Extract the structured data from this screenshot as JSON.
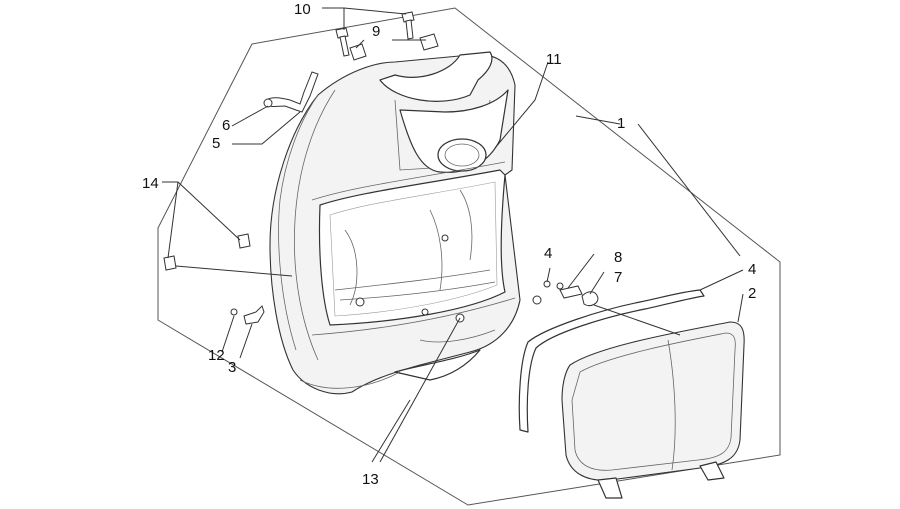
{
  "callouts": [
    {
      "id": "c1",
      "label": "1"
    },
    {
      "id": "c2",
      "label": "2"
    },
    {
      "id": "c3",
      "label": "3"
    },
    {
      "id": "c4a",
      "label": "4"
    },
    {
      "id": "c4b",
      "label": "4"
    },
    {
      "id": "c5",
      "label": "5"
    },
    {
      "id": "c6",
      "label": "6"
    },
    {
      "id": "c7",
      "label": "7"
    },
    {
      "id": "c8",
      "label": "8"
    },
    {
      "id": "c9",
      "label": "9"
    },
    {
      "id": "c10",
      "label": "10"
    },
    {
      "id": "c11",
      "label": "11"
    },
    {
      "id": "c12",
      "label": "12"
    },
    {
      "id": "c13",
      "label": "13"
    },
    {
      "id": "c14",
      "label": "14"
    }
  ]
}
